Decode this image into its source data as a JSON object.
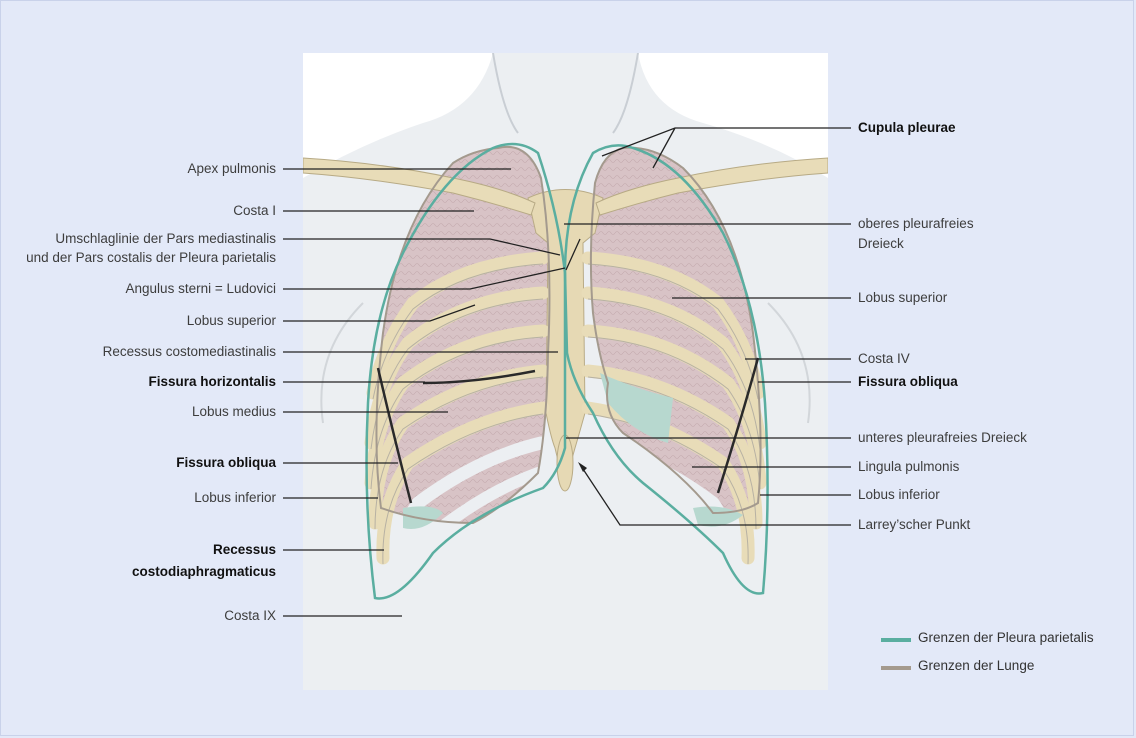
{
  "labels_left": [
    {
      "id": "apex-pulmonis",
      "text": "Apex pulmonis",
      "bold": false
    },
    {
      "id": "costa-i",
      "text": "Costa I",
      "bold": false
    },
    {
      "id": "umschlaglinie-1",
      "text": "Umschlaglinie der Pars mediastinalis",
      "bold": false
    },
    {
      "id": "umschlaglinie-2",
      "text": "und der Pars costalis der Pleura parietalis",
      "bold": false
    },
    {
      "id": "angulus-sterni",
      "text": "Angulus sterni = Ludovici",
      "bold": false
    },
    {
      "id": "lobus-superior-left",
      "text": "Lobus superior",
      "bold": false
    },
    {
      "id": "recessus-costomediastinalis",
      "text": "Recessus costomediastinalis",
      "bold": false
    },
    {
      "id": "fissura-horizontalis",
      "text": "Fissura horizontalis",
      "bold": true
    },
    {
      "id": "lobus-medius",
      "text": "Lobus medius",
      "bold": false
    },
    {
      "id": "fissura-obliqua-left",
      "text": "Fissura obliqua",
      "bold": true
    },
    {
      "id": "lobus-inferior-left",
      "text": "Lobus inferior",
      "bold": false
    },
    {
      "id": "recessus-costodiaphragmaticus-1",
      "text": "Recessus",
      "bold": true
    },
    {
      "id": "recessus-costodiaphragmaticus-2",
      "text": "costodiaphragmaticus",
      "bold": true
    },
    {
      "id": "costa-ix",
      "text": "Costa IX",
      "bold": false
    }
  ],
  "labels_right": [
    {
      "id": "cupula-pleurae",
      "text": "Cupula pleurae",
      "bold": true
    },
    {
      "id": "oberes-dreieck-1",
      "text": "oberes pleurafreies",
      "bold": false
    },
    {
      "id": "oberes-dreieck-2",
      "text": "Dreieck",
      "bold": false
    },
    {
      "id": "lobus-superior-right",
      "text": "Lobus superior",
      "bold": false
    },
    {
      "id": "costa-iv",
      "text": "Costa IV",
      "bold": false
    },
    {
      "id": "fissura-obliqua-right",
      "text": "Fissura obliqua",
      "bold": true
    },
    {
      "id": "unteres-dreieck",
      "text": "unteres pleurafreies Dreieck",
      "bold": false
    },
    {
      "id": "lingula-pulmonis",
      "text": "Lingula pulmonis",
      "bold": false
    },
    {
      "id": "lobus-inferior-right",
      "text": "Lobus inferior",
      "bold": false
    },
    {
      "id": "larrey-punkt",
      "text": "Larrey’scher Punkt",
      "bold": false
    }
  ],
  "legend": [
    {
      "id": "pleura",
      "text": "Grenzen der Pleura parietalis",
      "color": "#5aaea0"
    },
    {
      "id": "lunge",
      "text": "Grenzen der Lunge",
      "color": "#a49a8e"
    }
  ],
  "colors": {
    "background": "#e3e9f8",
    "bone": "#e8dcb8",
    "lung": "#d9c6c8",
    "pleura": "#5aaea0",
    "lung_border": "#a49a8e"
  }
}
